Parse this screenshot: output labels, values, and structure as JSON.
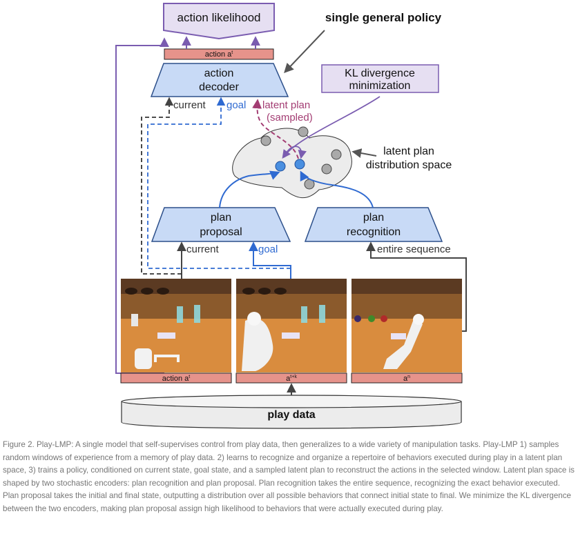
{
  "colors": {
    "purple": "#7a5cb0",
    "purple_fill": "#e6dff2",
    "blue": "#2f6ad1",
    "blue_fill": "#c8daf6",
    "magenta": "#a33d73",
    "salmon": "#e6938b",
    "dark": "#333333",
    "cloud_fill": "#ececec",
    "grey_dot": "#a9a9a9",
    "blue_dot": "#4a8fe0"
  },
  "boxes": {
    "action_likelihood": "action likelihood",
    "single_general_policy": "single general policy",
    "action_at_top": "action a",
    "action_at_top_sup": "t",
    "action_decoder_line1": "action",
    "action_decoder_line2": "decoder",
    "kl_line1": "KL divergence",
    "kl_line2": "minimization",
    "plan_proposal_line1": "plan",
    "plan_proposal_line2": "proposal",
    "plan_recognition_line1": "plan",
    "plan_recognition_line2": "recognition",
    "latent_space_line1": "latent plan",
    "latent_space_line2": "distribution space",
    "play_data": "play data"
  },
  "labels": {
    "current_top": "current",
    "goal_top": "goal",
    "latent_plan_line1": "latent plan",
    "latent_plan_line2": "(sampled)",
    "current_bottom": "current",
    "goal_bottom": "goal",
    "entire_sequence": "entire sequence"
  },
  "frames": [
    {
      "label": "action a",
      "sup": "t"
    },
    {
      "label": "a",
      "sup": "t+k"
    },
    {
      "label": "a",
      "sup": "n"
    }
  ],
  "caption": "Figure 2. Play-LMP: A single model that self-supervises control from play data, then generalizes to a wide variety of manipulation tasks. Play-LMP 1) samples random windows of experience from a memory of play data. 2) learns to recognize and organize a repertoire of behaviors executed during play in a latent plan space, 3) trains a policy, conditioned on current state, goal state, and a sampled latent plan to reconstruct the actions in the selected window. Latent plan space is shaped by two stochastic encoders: plan recognition and plan proposal. Plan recognition takes the entire sequence, recognizing the exact behavior executed. Plan proposal takes the initial and final state, outputting a distribution over all possible behaviors that connect initial state to final. We minimize the KL divergence between the two encoders, making plan proposal assign high likelihood to behaviors that were actually executed during play."
}
